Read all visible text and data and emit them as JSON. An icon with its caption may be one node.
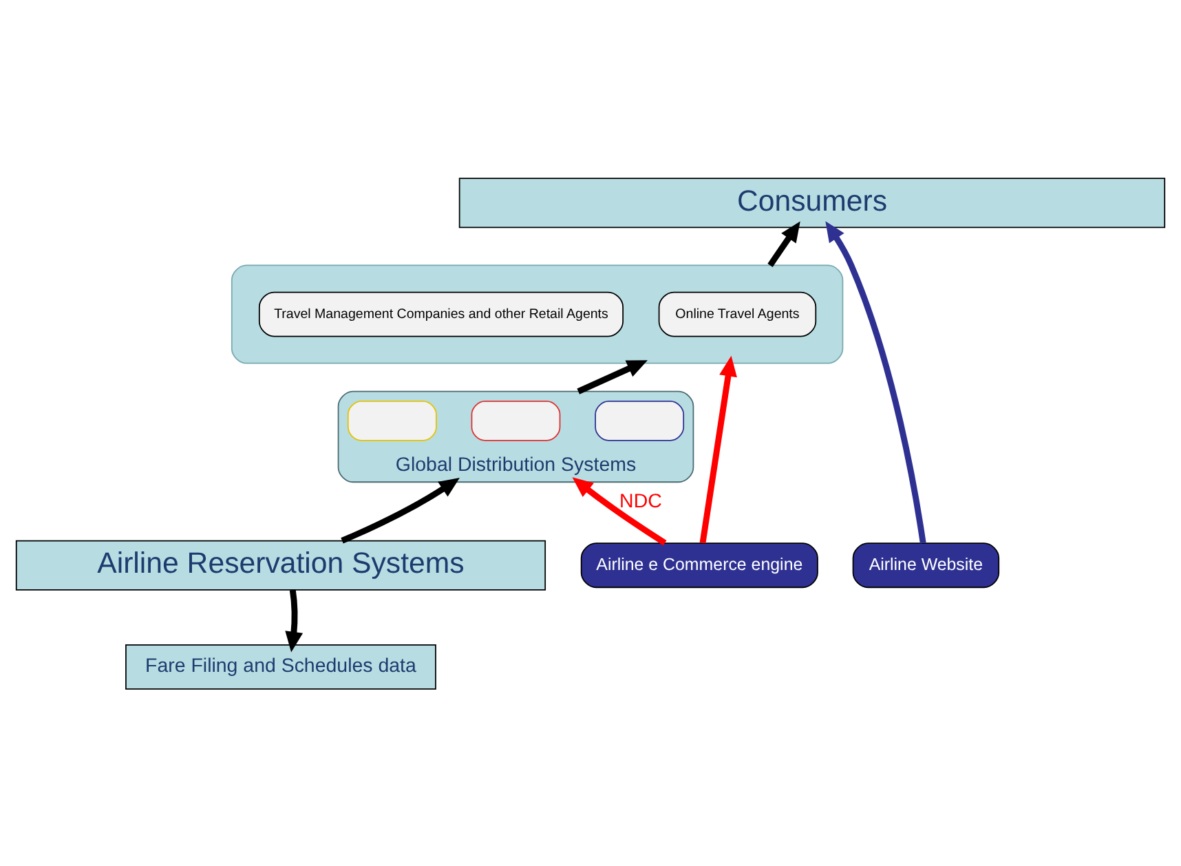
{
  "diagram": {
    "nodes": [
      {
        "text": [
          "Consumers"
        ]
      },
      {
        "text": [],
        "shape": "ellipse"
      },
      {
        "text": [
          "Travel Management Companies and other Retail Agents"
        ],
        "in": 1
      },
      {
        "text": [
          "Online Travel Agents"
        ],
        "in": 1
      },
      {
        "text": [
          "Global Distribution Systems"
        ]
      },
      {
        "text": [],
        "shape": "box",
        "in": 4
      },
      {
        "text": [],
        "shape": "box",
        "in": 4
      },
      {
        "text": [],
        "shape": "box",
        "in": 4
      },
      {
        "text": [
          "Airline Reservation Systems"
        ]
      },
      {
        "text": [
          "Fare Filing and Schedules data"
        ]
      },
      {
        "text": [
          "Airline e Commerce engine"
        ]
      },
      {
        "text": [
          "Airline Website"
        ]
      }
    ],
    "edges": [
      {
        "from": 1,
        "to": 0,
        "arrow": "to"
      },
      {
        "from": 4,
        "to": 1,
        "arrow": "to"
      },
      {
        "from": 8,
        "to": 4,
        "arrow": "to"
      },
      {
        "from": 8,
        "to": 9,
        "arrow": "to"
      },
      {
        "from": 10,
        "to": 1,
        "arrow": "to",
        "color": "#ff0000"
      },
      {
        "from": 10,
        "to": 4,
        "arrow": "to",
        "label": "NDC",
        "color": "#ff0000"
      },
      {
        "from": 11,
        "to": 0,
        "arrow": "to",
        "color": "#2e3192"
      }
    ]
  }
}
